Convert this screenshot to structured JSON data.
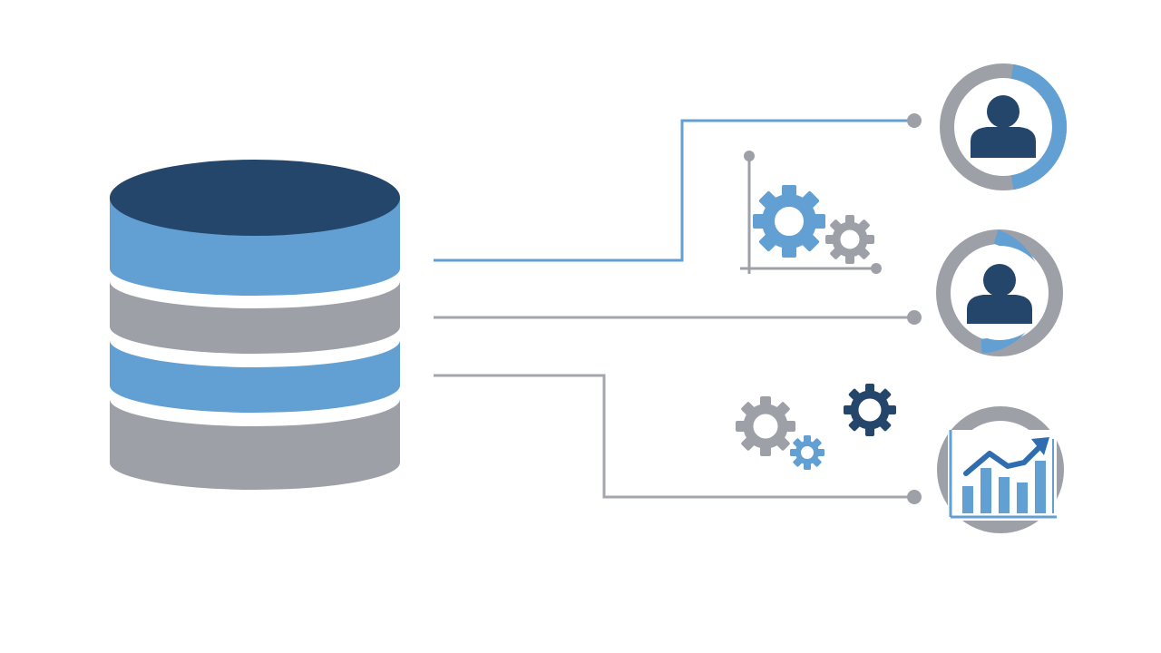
{
  "colors": {
    "background": "#ffffff",
    "navy": "#24466b",
    "blue": "#629fd2",
    "gray": "#9da1a7",
    "line_gray": "#a3a7ad"
  },
  "diagram": {
    "source": {
      "icon": "database-cylinder-icon",
      "bands": [
        "navy",
        "blue",
        "gray",
        "blue",
        "gray"
      ]
    },
    "connectors": [
      {
        "from": "database",
        "to": "user-node-1",
        "color": "blue"
      },
      {
        "from": "database",
        "to": "user-node-2",
        "color": "gray"
      },
      {
        "from": "database",
        "to": "analytics-node",
        "color": "gray"
      }
    ],
    "nodes": [
      {
        "id": "user-node-1",
        "icon": "user-icon"
      },
      {
        "id": "user-node-2",
        "icon": "user-icon"
      },
      {
        "id": "analytics-node",
        "icon": "bar-chart-trend-icon"
      }
    ],
    "decorations": [
      {
        "icon": "gears-on-axes-icon"
      },
      {
        "icon": "gears-cluster-icon"
      }
    ]
  }
}
